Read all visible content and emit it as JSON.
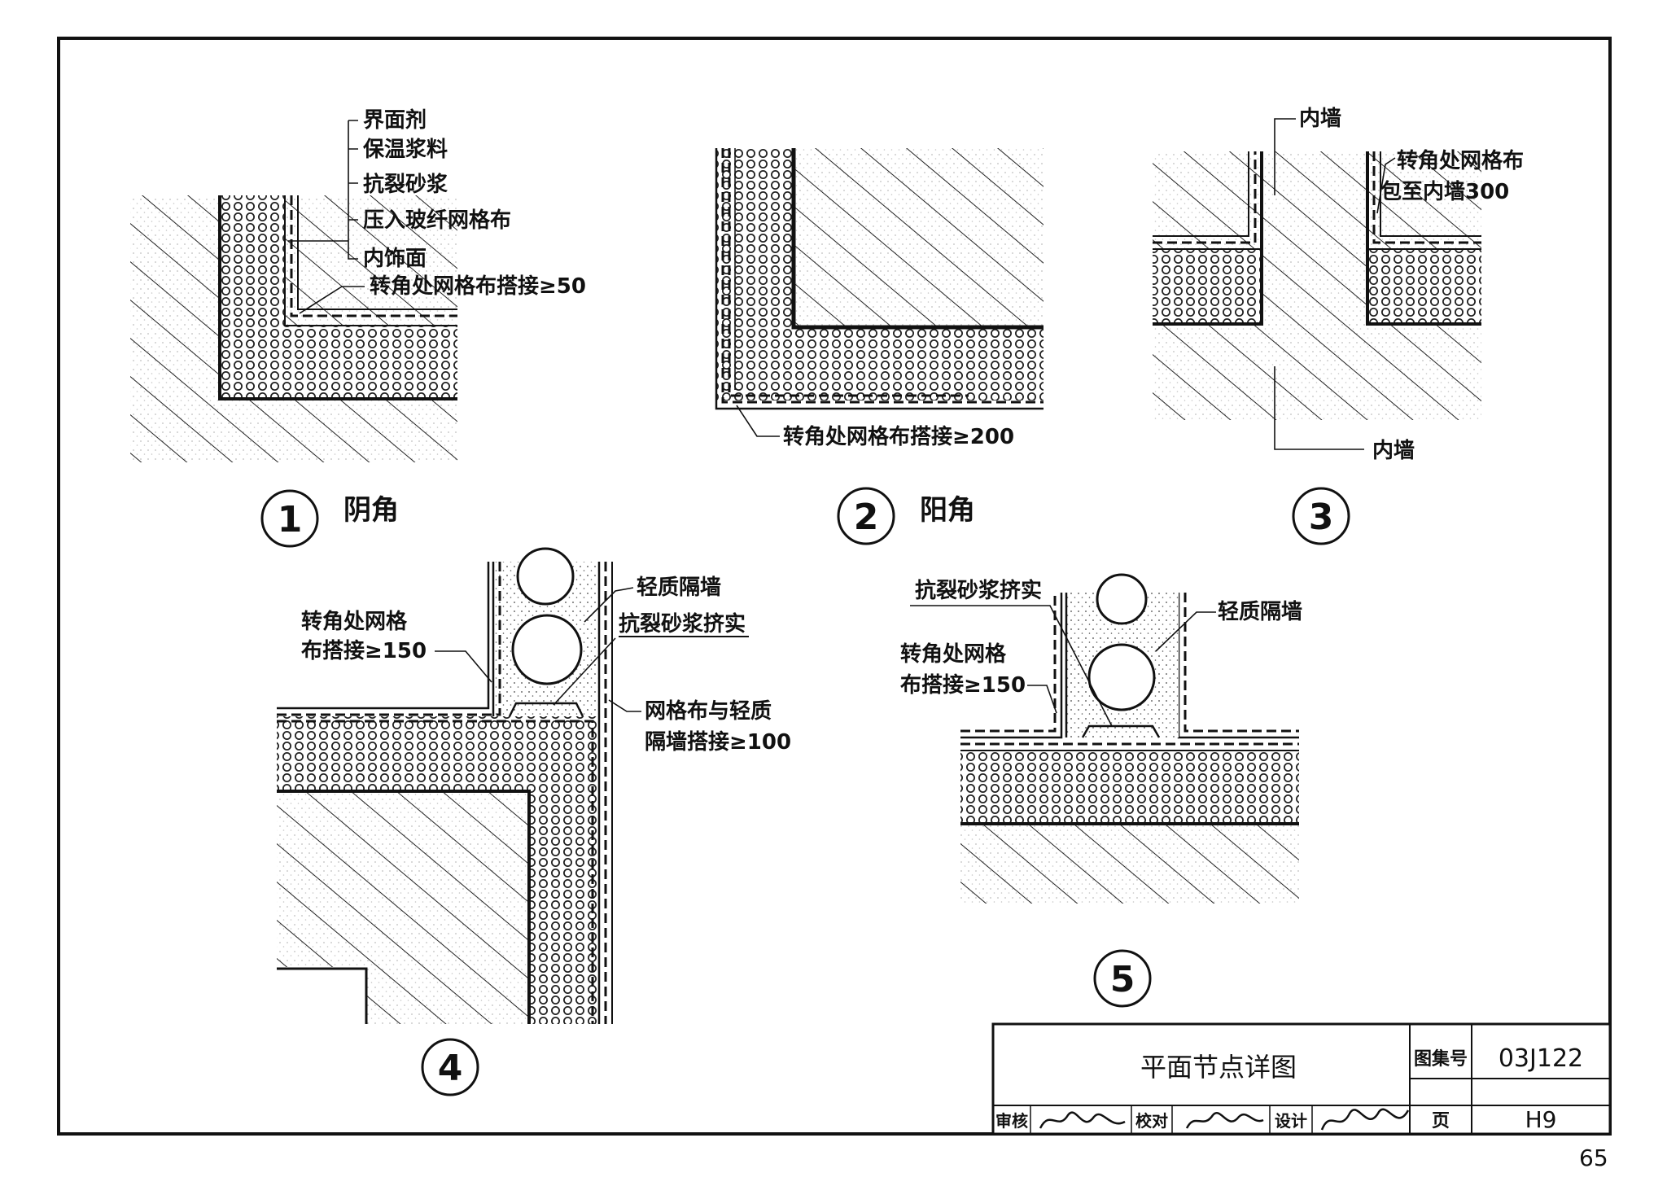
{
  "details": {
    "d1": {
      "number": "1",
      "caption": "阴角",
      "layers": [
        "界面剂",
        "保温浆料",
        "抗裂砂浆",
        "压入玻纤网格布",
        "内饰面"
      ],
      "overlap_note": "转角处网格布搭接≥50"
    },
    "d2": {
      "number": "2",
      "caption": "阳角",
      "overlap_note": "转角处网格布搭接≥200"
    },
    "d3": {
      "number": "3",
      "inner_wall_top": "内墙",
      "note_line1": "转角处网格布",
      "note_line2": "包至内墙300",
      "inner_wall_bottom": "内墙"
    },
    "d4": {
      "number": "4",
      "partition": "轻质隔墙",
      "mortar": "抗裂砂浆挤实",
      "overlap_line1": "转角处网格",
      "overlap_line2": "布搭接≥150",
      "mesh_line1": "网格布与轻质",
      "mesh_line2": "隔墙搭接≥100"
    },
    "d5": {
      "number": "5",
      "mortar": "抗裂砂浆挤实",
      "partition": "轻质隔墙",
      "overlap_line1": "转角处网格",
      "overlap_line2": "布搭接≥150"
    }
  },
  "title_block": {
    "title": "平面节点详图",
    "atlas_label": "图集号",
    "atlas_no": "03J122",
    "page_label": "页",
    "page_no": "H9",
    "review_label": "审核",
    "check_label": "校对",
    "design_label": "设计"
  },
  "page_number": "65"
}
